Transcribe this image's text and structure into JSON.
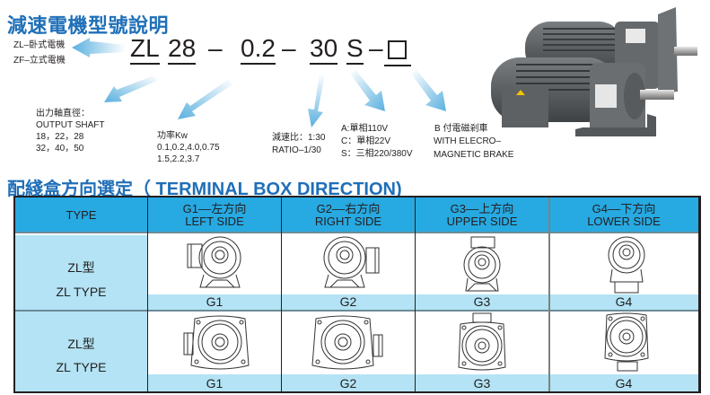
{
  "header": {
    "title": "減速電機型號說明"
  },
  "model_code": {
    "parts": [
      "ZL",
      "28",
      "–",
      "0.2",
      "–",
      "30",
      "S",
      "–",
      "□"
    ],
    "zl": "ZL",
    "shaft": "28",
    "dash1": "–",
    "power": "0.2",
    "dash2": "–",
    "ratio": "30",
    "voltage": "S",
    "dash3": "–"
  },
  "legend": {
    "mount": {
      "zl": "ZL–卧式電機",
      "zf": "ZF–立式電機"
    },
    "shaft": {
      "label_cn": "出力軸直徑：",
      "label_en": "OUTPUT SHAFT",
      "values_1": "18，22，28",
      "values_2": "32，40，50"
    },
    "power": {
      "label": "功率Kw",
      "values_1": "0.1,0.2,4.0,0.75",
      "values_2": "1.5,2.2,3.7"
    },
    "ratio": {
      "label_cn": "減速比：1:30",
      "label_en": "RATIO–1/30"
    },
    "voltage": {
      "a": "A:單相110V",
      "c": "C：單相22V",
      "s": "S：三相220/380V"
    },
    "brake": {
      "label_cn": "B 付電磁剎車",
      "label_en_1": "WITH ELECRO–",
      "label_en_2": "MAGNETIC BRAKE"
    }
  },
  "section": {
    "title": "配綫盒方向選定（ TERMINAL BOX DIRECTION)"
  },
  "table": {
    "columns": [
      {
        "label": "TYPE"
      },
      {
        "label_cn": "G1––左方向",
        "label_en": "LEFT SIDE"
      },
      {
        "label_cn": "G2––右方向",
        "label_en": "RIGHT SIDE"
      },
      {
        "label_cn": "G3––上方向",
        "label_en": "UPPER SIDE"
      },
      {
        "label_cn": "G4––下方向",
        "label_en": "LOWER SIDE"
      }
    ],
    "rows": [
      {
        "type_cn": "ZL型",
        "type_en": "ZL TYPE",
        "view": "side",
        "cells": [
          "G1",
          "G2",
          "G3",
          "G4"
        ]
      },
      {
        "type_cn": "ZL型",
        "type_en": "ZL TYPE",
        "view": "front",
        "cells": [
          "G1",
          "G2",
          "G3",
          "G4"
        ]
      }
    ]
  },
  "colors": {
    "title_blue": "#1f6fb8",
    "header_blue": "#27a9e1",
    "light_blue": "#b3e3f4",
    "arrow_blue": "#5ab0df",
    "motor_grey": "#5f6366"
  }
}
